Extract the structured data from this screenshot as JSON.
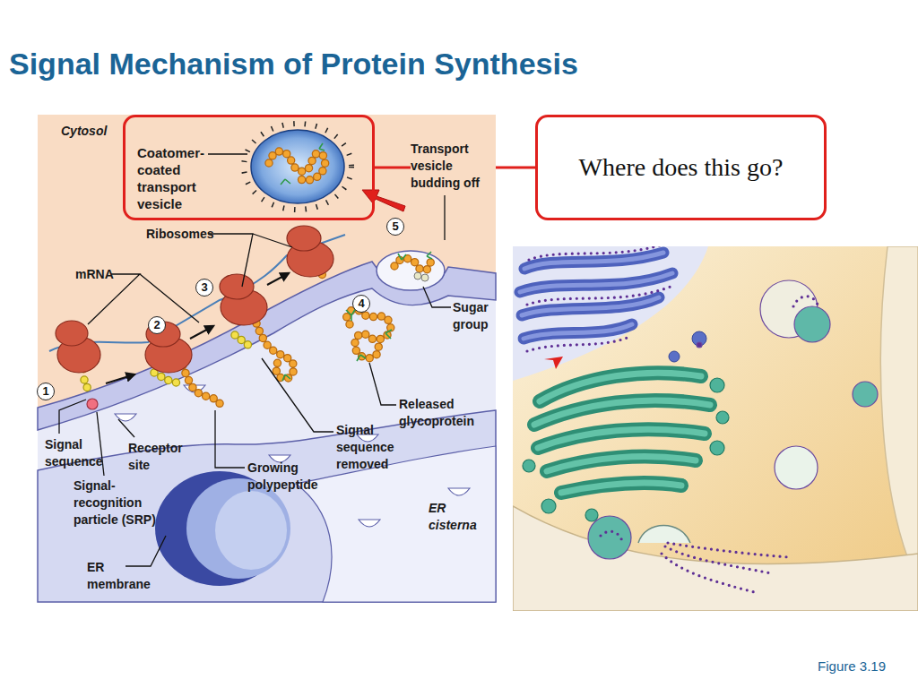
{
  "diagram": {
    "title": "Signal Mechanism of Protein Synthesis",
    "caption": "Figure 3.19",
    "nodes": [
      {
        "text": [
          "Coatomer-coated transport vesicle"
        ]
      },
      {
        "text": [
          "Where does this go?"
        ]
      }
    ],
    "edges": [
      {
        "from": 1,
        "to": 0,
        "arrow": "none"
      }
    ],
    "labels": [
      "Cytosol",
      "Transport vesicle budding off",
      "Ribosomes",
      "mRNA",
      "5",
      "3",
      "2",
      "4",
      "Sugar group",
      "1",
      "Released glycoprotein",
      "Signal sequence",
      "Receptor site",
      "Signal sequence removed",
      "Growing polypeptide",
      "Signal-recognition particle (SRP)",
      "ER membrane",
      "ER cisterna"
    ]
  }
}
